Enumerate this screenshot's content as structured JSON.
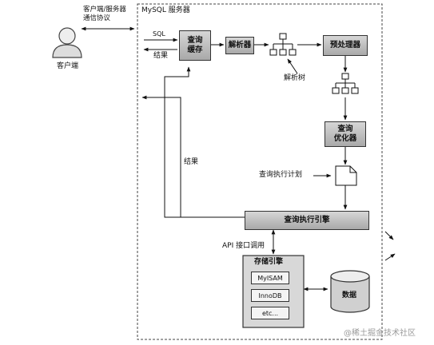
{
  "client": {
    "label": "客户端"
  },
  "protocol": {
    "label": "客户端/服务器\n通信协议"
  },
  "server": {
    "title": "MySQL 服务器"
  },
  "arrows": {
    "sql": "SQL",
    "result_top": "结果",
    "result_left": "结果",
    "api": "API 接口调用"
  },
  "components": {
    "query_cache": "查询\n缓存",
    "parser": "解析器",
    "preprocessor": "预处理器",
    "parse_tree": "解析树",
    "optimizer": "查询\n优化器",
    "execution_plan": "查询执行计划",
    "execution_engine": "查询执行引擎",
    "storage_engine": "存储引擎",
    "engines": [
      "MyISAM",
      "InnoDB",
      "etc..."
    ],
    "data": "数据"
  },
  "watermark": "@稀土掘金技术社区"
}
